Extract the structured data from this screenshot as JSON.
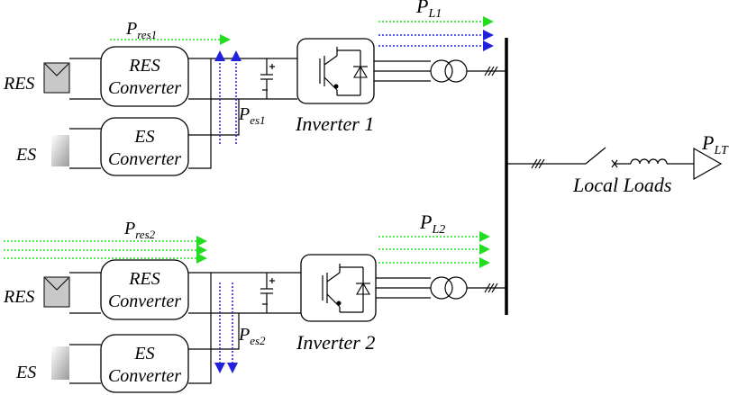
{
  "sources": {
    "res_label": "RES",
    "es_label": "ES"
  },
  "converters": {
    "res_line1": "RES",
    "es_line1": "ES",
    "line2": "Converter"
  },
  "inverters": {
    "inv1": "Inverter 1",
    "inv2": "Inverter 2"
  },
  "power_flows": {
    "p_res1": {
      "base": "P",
      "sub": "res1"
    },
    "p_es1": {
      "base": "P",
      "sub": "es1"
    },
    "p_l1": {
      "base": "P",
      "sub": "L1"
    },
    "p_res2": {
      "base": "P",
      "sub": "res2"
    },
    "p_es2": {
      "base": "P",
      "sub": "es2"
    },
    "p_l2": {
      "base": "P",
      "sub": "L2"
    },
    "p_lt": {
      "base": "P",
      "sub": "LT"
    }
  },
  "loads": {
    "label": "Local Loads"
  },
  "colors": {
    "res_flow": "#22dd22",
    "es_flow": "#2222dd",
    "wire": "#000000"
  }
}
